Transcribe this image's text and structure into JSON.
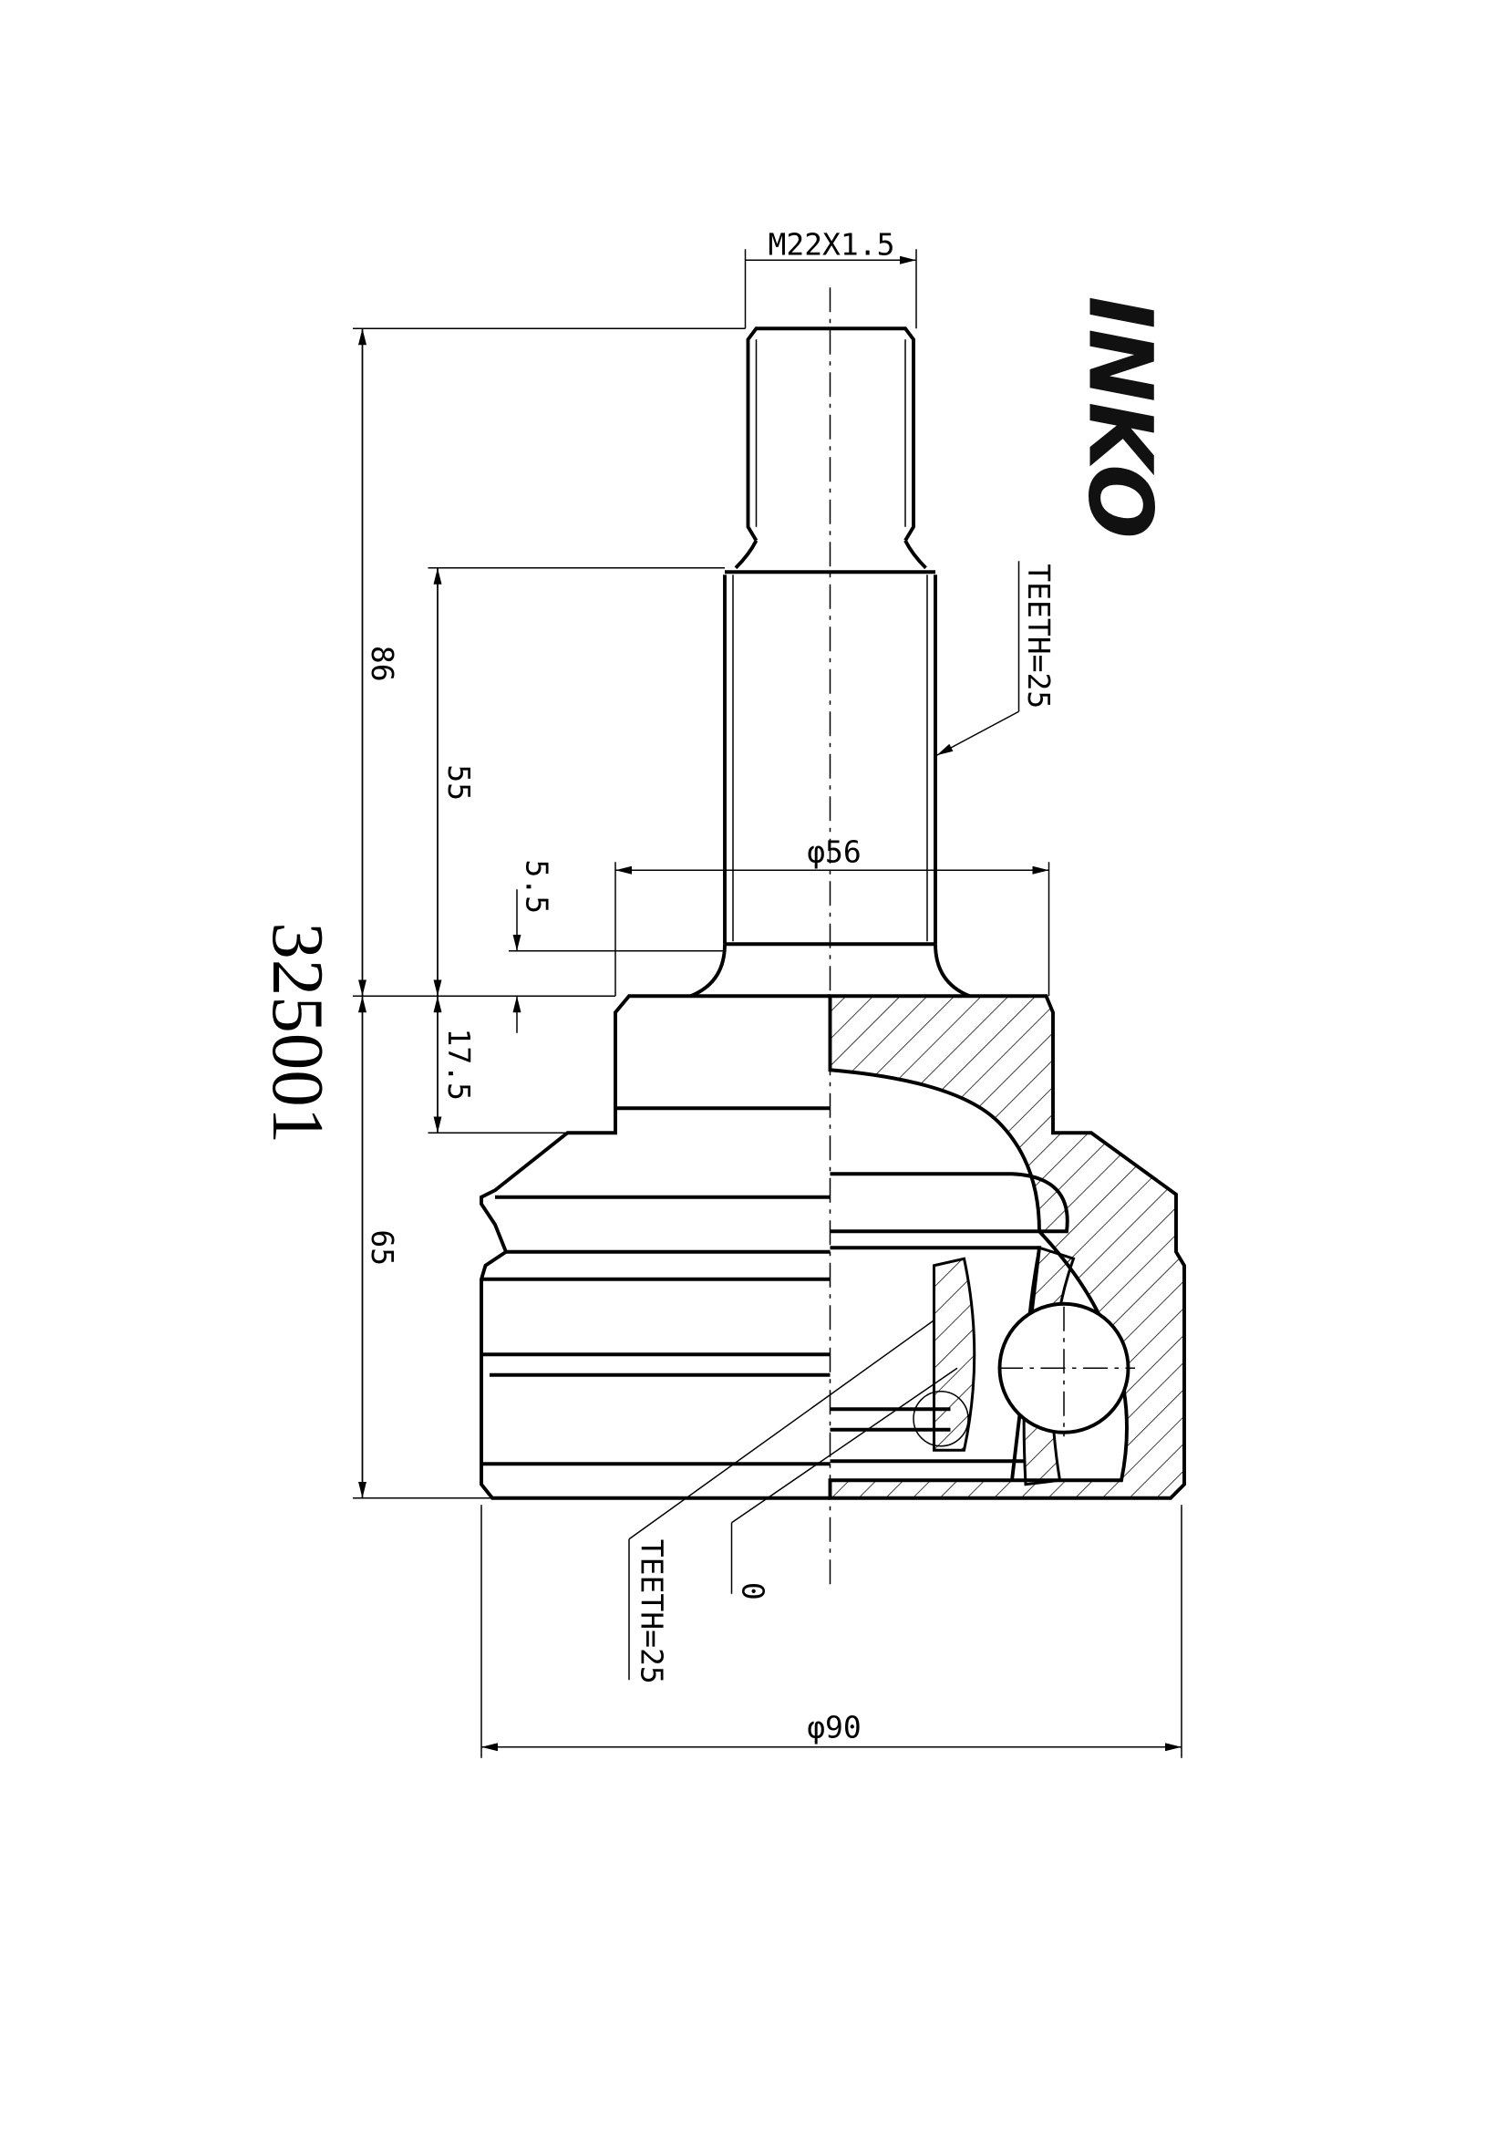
{
  "part_number": "325001",
  "brand_logo": "INKO",
  "dimensions": {
    "thread": "M22X1.5",
    "overall_length": "86",
    "shaft_length": "55",
    "gap": "5.5",
    "neck": "17.5",
    "body_length": "65",
    "seal_diameter": "φ56",
    "outer_diameter": "φ90"
  },
  "annotations": {
    "outer_teeth": "TEETH=25",
    "inner_teeth": "TEETH=25",
    "ring": "0"
  }
}
